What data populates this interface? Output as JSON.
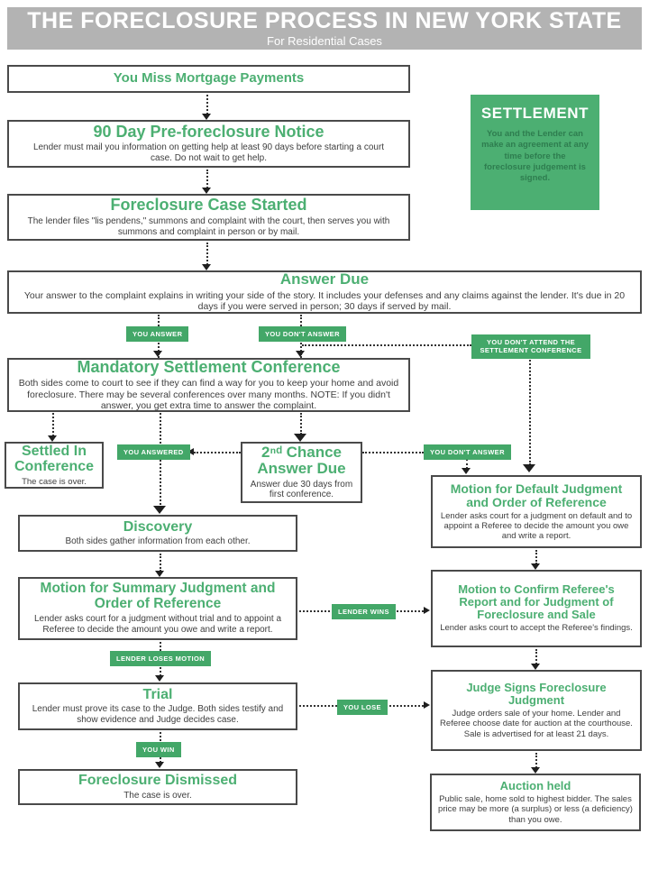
{
  "header": {
    "title": "THE FORECLOSURE PROCESS IN NEW YORK STATE",
    "subtitle": "For Residential Cases"
  },
  "colors": {
    "green_accent": "#4caf72",
    "badge_green": "#43a768",
    "header_gray": "#b3b3b3",
    "box_border": "#4a4a4a"
  },
  "settlement": {
    "title": "SETTLEMENT",
    "body": "You and the Lender can make an agreement at any time before the foreclosure judgement is signed."
  },
  "boxes": {
    "miss_payments": {
      "title": "You Miss Mortgage Payments"
    },
    "preforeclosure": {
      "title": "90 Day Pre-foreclosure Notice",
      "body": "Lender must mail you information on getting help at least 90 days before starting a court case. Do not wait to get help."
    },
    "case_started": {
      "title": "Foreclosure Case Started",
      "body": "The lender files \"lis pendens,\" summons and complaint with the court, then serves you with summons and complaint in person or by mail."
    },
    "answer_due": {
      "title": "Answer Due",
      "body": "Your answer to the complaint explains in writing your side of the story. It includes your defenses and any claims against the lender. It's due in 20 days if you were served in person; 30 days if served by mail."
    },
    "mandatory_conference": {
      "title": "Mandatory Settlement Conference",
      "body": "Both sides come to court to see if they can find a way for you to keep your home and avoid foreclosure. There may be several conferences over many months. NOTE: If you didn't answer, you get extra time to answer the complaint."
    },
    "settled": {
      "title": "Settled In Conference",
      "body": "The case is over."
    },
    "second_chance": {
      "title": "2ⁿᵈ Chance Answer Due",
      "body": "Answer due 30 days from first conference."
    },
    "default_judgment": {
      "title": "Motion for Default Judgment and Order of Reference",
      "body": "Lender asks court for a judgment on default and to appoint a Referee to decide the amount you owe and write a report."
    },
    "discovery": {
      "title": "Discovery",
      "body": "Both sides gather information from each other."
    },
    "summary_judgment": {
      "title": "Motion for Summary Judgment and Order of Reference",
      "body": "Lender asks court for a judgment without trial and to appoint a Referee to decide the amount you owe and write a report."
    },
    "confirm_referee": {
      "title": "Motion to Confirm Referee's Report and for Judgment of Foreclosure and Sale",
      "body": "Lender asks court to accept the Referee's findings."
    },
    "trial": {
      "title": "Trial",
      "body": "Lender must prove its case to the Judge. Both sides testify and show evidence and Judge decides case."
    },
    "judge_signs": {
      "title": "Judge Signs Foreclosure Judgment",
      "body": "Judge orders sale of your home. Lender and Referee choose date for auction at the courthouse. Sale is advertised for at least 21 days."
    },
    "dismissed": {
      "title": "Foreclosure Dismissed",
      "body": "The case is over."
    },
    "auction": {
      "title": "Auction held",
      "body": "Public sale, home sold to highest bidder. The sales price may be more (a surplus) or less (a deficiency) than you owe."
    }
  },
  "labels": {
    "you_answer": "YOU ANSWER",
    "you_dont_answer": "YOU DON'T ANSWER",
    "you_dont_attend": "YOU DON'T ATTEND THE SETTLEMENT CONFERENCE",
    "you_answered": "YOU ANSWERED",
    "lender_wins": "LENDER WINS",
    "lender_loses_motion": "LENDER LOSES MOTION",
    "you_lose": "YOU LOSE",
    "you_win": "YOU WIN"
  }
}
